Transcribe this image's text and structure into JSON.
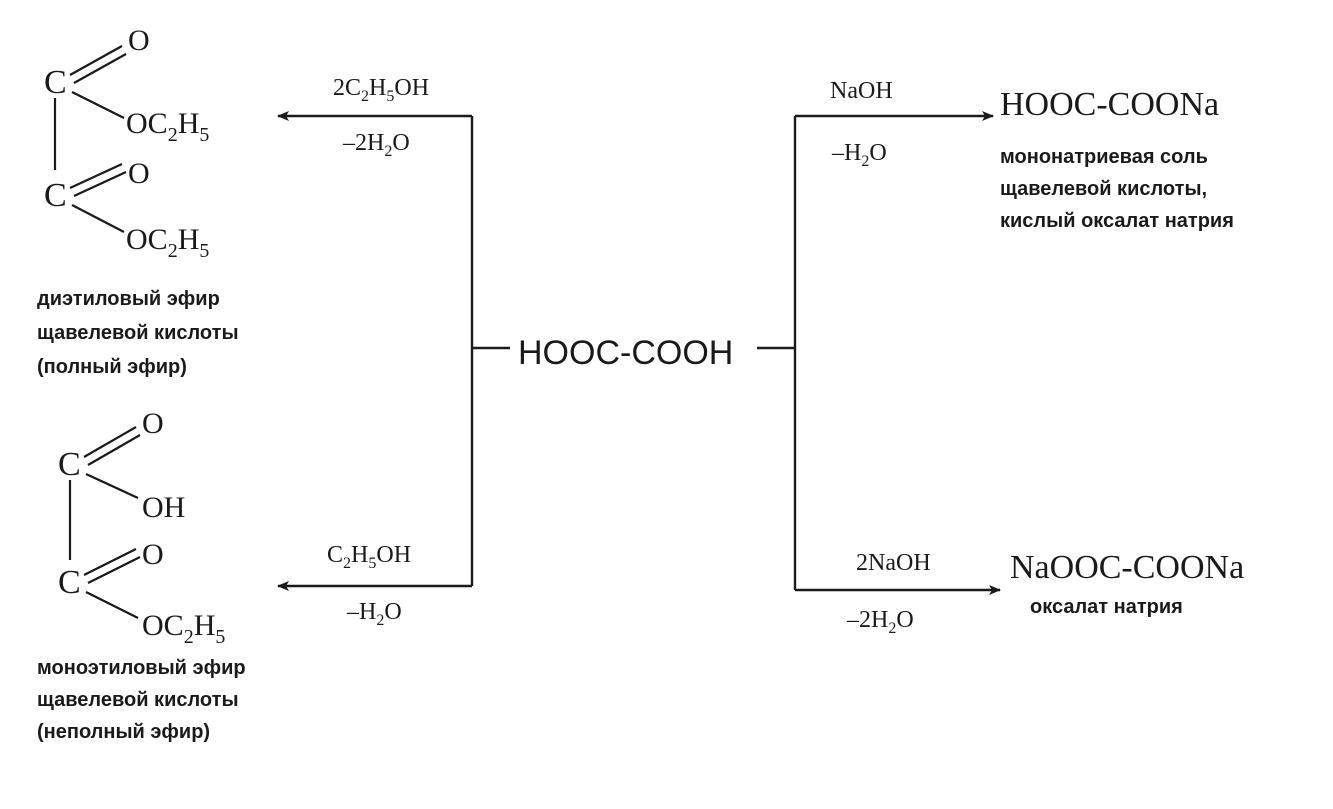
{
  "center": {
    "formula": "HOOC-COOH"
  },
  "reactions": {
    "diester": {
      "reagent_coef": "2C",
      "reagent_s1": "2",
      "reagent_mid": "H",
      "reagent_s2": "5",
      "reagent_tail": "OH",
      "byproduct_pre": "–2H",
      "byproduct_sub": "2",
      "byproduct_tail": "O",
      "structure": {
        "c1": "C",
        "o1": "O",
        "oc1": "OC",
        "oc1_s1": "2",
        "oc1_h": "H",
        "oc1_s2": "5",
        "c2": "C",
        "o2": "O",
        "oc2": "OC",
        "oc2_s1": "2",
        "oc2_h": "H",
        "oc2_s2": "5"
      },
      "name_lines": [
        "диэтиловый эфир",
        "щавелевой кислоты",
        "(полный эфир)"
      ]
    },
    "monoester": {
      "reagent_c": "C",
      "reagent_s1": "2",
      "reagent_mid": "H",
      "reagent_s2": "5",
      "reagent_tail": "OH",
      "byproduct_pre": "–H",
      "byproduct_sub": "2",
      "byproduct_tail": "O",
      "structure": {
        "c1": "C",
        "o1": "O",
        "oh": "OH",
        "c2": "C",
        "o2": "O",
        "oc2": "OC",
        "oc2_s1": "2",
        "oc2_h": "H",
        "oc2_s2": "5"
      },
      "name_lines": [
        "моноэтиловый эфир",
        "щавелевой кислоты",
        "(неполный эфир)"
      ]
    },
    "monosodium": {
      "reagent": "NaOH",
      "byproduct_pre": "–H",
      "byproduct_sub": "2",
      "byproduct_tail": "O",
      "product": "HOOC-COONa",
      "name_lines": [
        "мононатриевая соль",
        "щавелевой кислоты,",
        "кислый оксалат натрия"
      ]
    },
    "disodium": {
      "reagent": "2NaOH",
      "byproduct_pre": "–2H",
      "byproduct_sub": "2",
      "byproduct_tail": "O",
      "product": "NaOOC-COONa",
      "name_lines": [
        "оксалат натрия"
      ]
    }
  }
}
